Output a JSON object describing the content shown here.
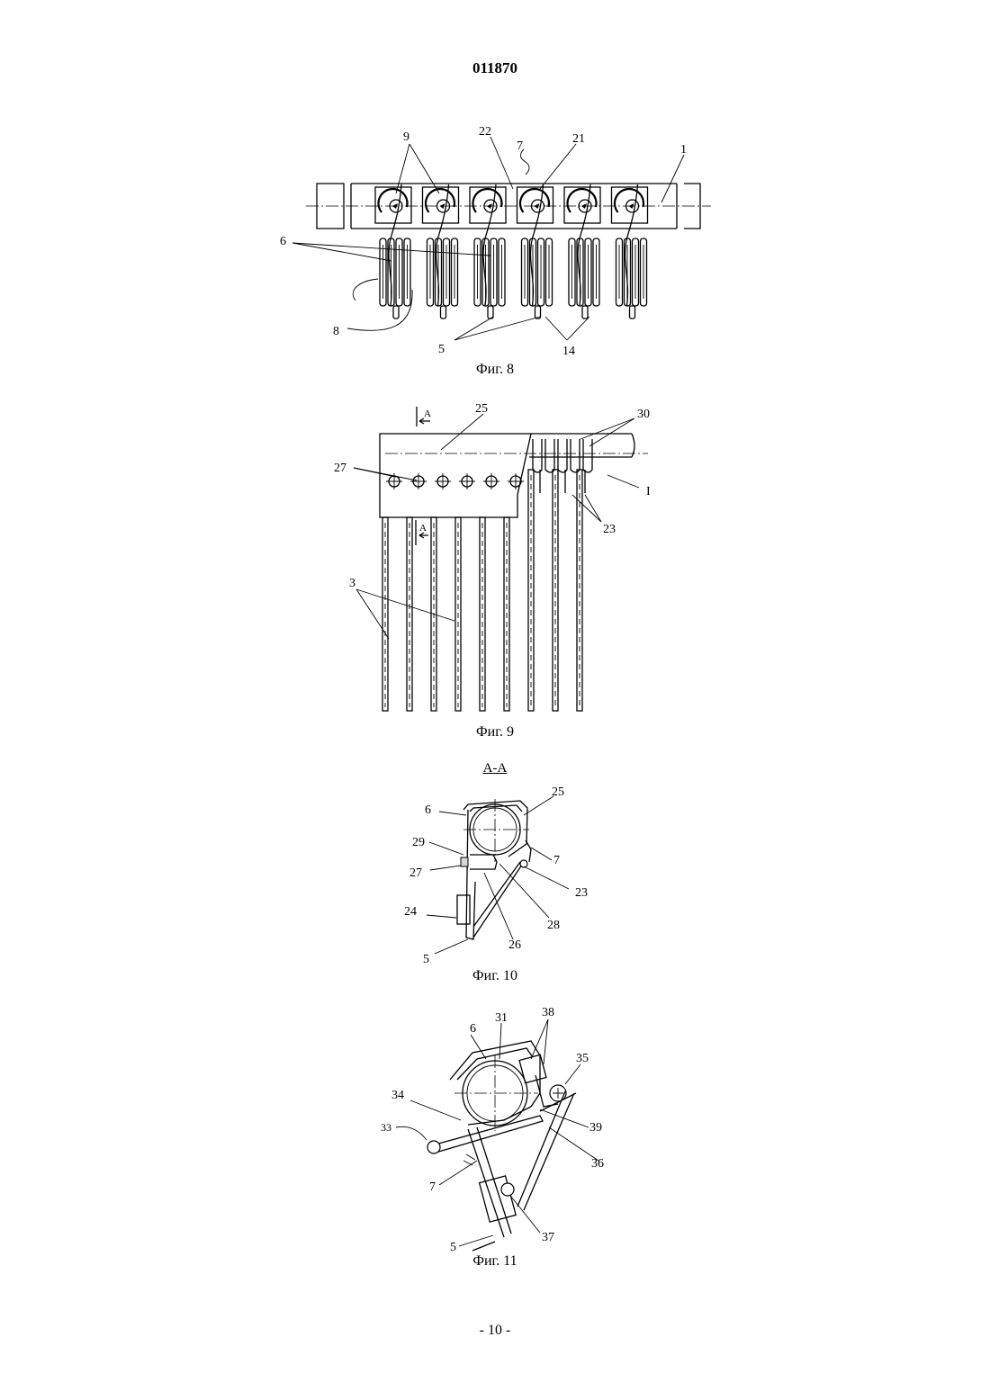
{
  "header": {
    "doc_number": "011870"
  },
  "figures": {
    "fig8": {
      "caption": "Фиг. 8",
      "labels": {
        "l9": "9",
        "l22": "22",
        "l7": "7",
        "l21": "21",
        "l1": "1",
        "l6": "6",
        "l8": "8",
        "l5": "5",
        "l14": "14"
      }
    },
    "fig9": {
      "caption": "Фиг. 9",
      "labels": {
        "A1": "A",
        "l25": "25",
        "l30": "30",
        "l27": "27",
        "lI": "I",
        "A2": "A",
        "l23": "23",
        "l3": "3"
      }
    },
    "fig10": {
      "section_title": "A-A",
      "caption": "Фиг. 10",
      "labels": {
        "l6": "6",
        "l25": "25",
        "l29": "29",
        "l7": "7",
        "l27": "27",
        "l23": "23",
        "l24": "24",
        "l28": "28",
        "l26": "26",
        "l5": "5"
      }
    },
    "fig11": {
      "caption": "Фиг. 11",
      "labels": {
        "l31": "31",
        "l38": "38",
        "l6": "6",
        "l35": "35",
        "l34": "34",
        "l39": "39",
        "l33": "33",
        "l36": "36",
        "l7": "7",
        "l37": "37",
        "l5": "5"
      }
    }
  },
  "footer": {
    "page_number": "- 10 -"
  }
}
